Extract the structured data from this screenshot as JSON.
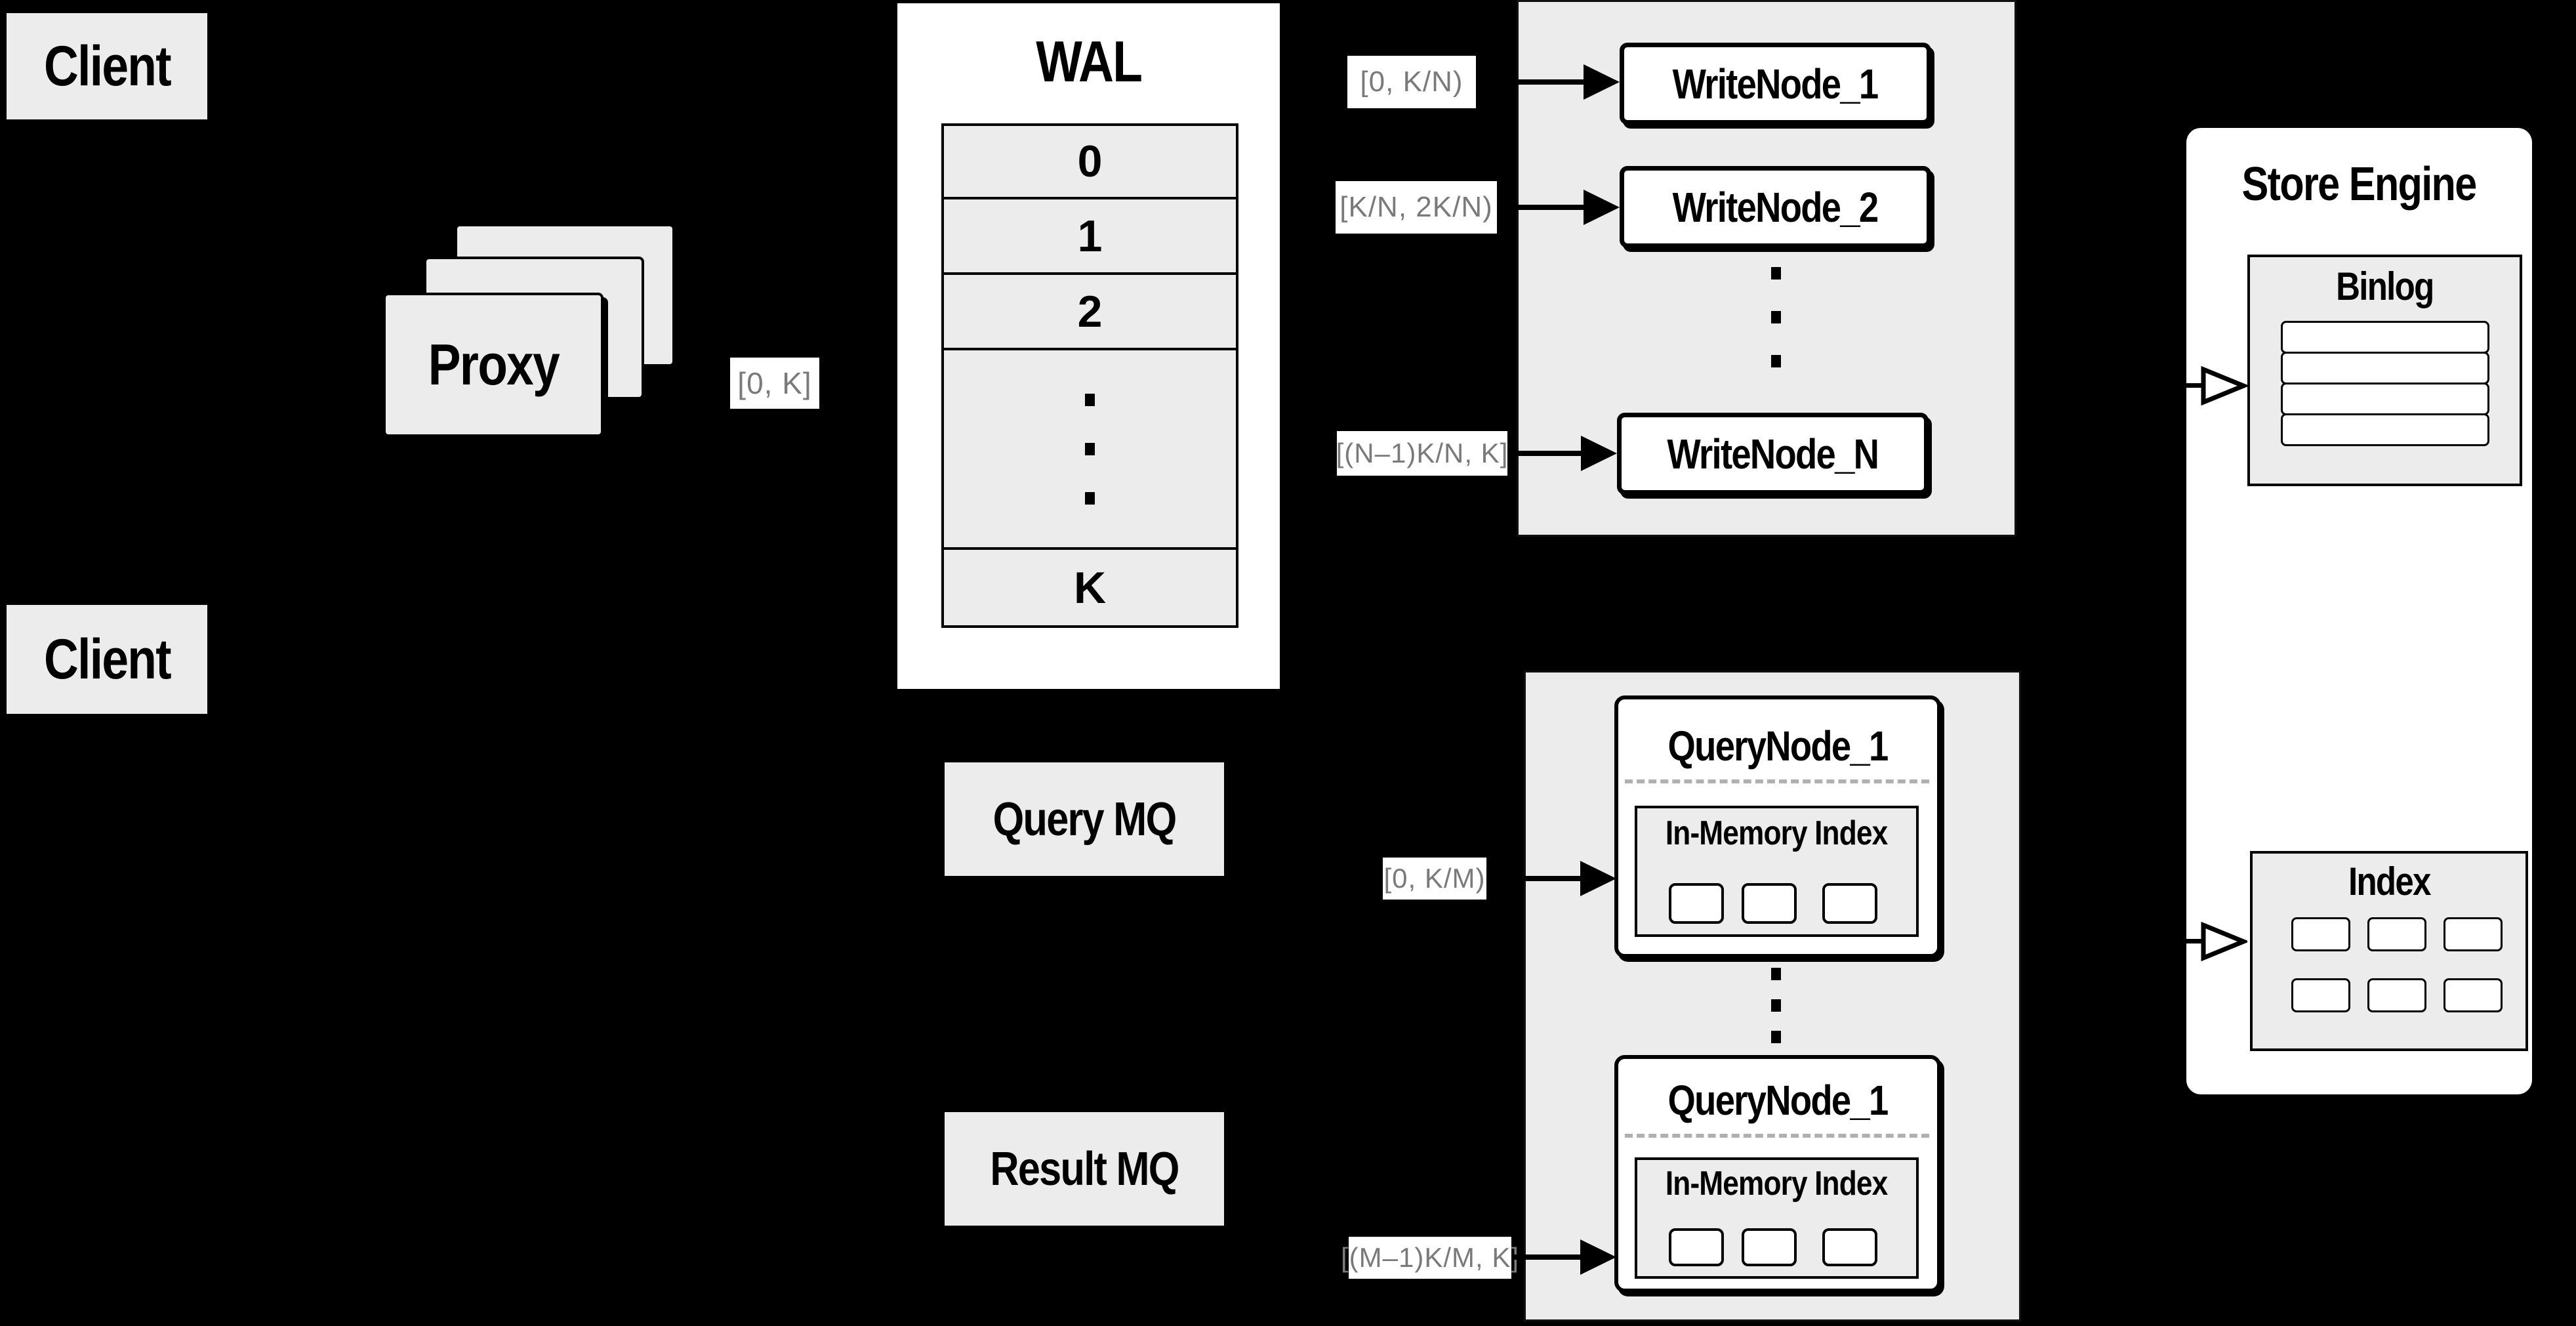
{
  "colors": {
    "background": "#000000",
    "panel_gray": "#ececec",
    "box_white": "#ffffff",
    "line_black": "#000000",
    "range_label_text": "#7a7a7a"
  },
  "clients": {
    "top": "Client",
    "bottom": "Client"
  },
  "proxy": {
    "label": "Proxy"
  },
  "wal": {
    "title": "WAL",
    "rows": [
      "0",
      "1",
      "2",
      "K"
    ]
  },
  "range_labels": {
    "proxy_wal": "[0, K]",
    "write_1": "[0, K/N)",
    "write_2": "[K/N, 2K/N)",
    "write_n": "[(N–1)K/N, K]",
    "query_1": "[0, K/M)",
    "query_m": "[(M–1)K/M, K]"
  },
  "write_group": {
    "nodes": [
      "WriteNode_1",
      "WriteNode_2",
      "WriteNode_N"
    ]
  },
  "store_engine": {
    "title": "Store Engine",
    "binlog": "Binlog",
    "index": "Index"
  },
  "queues": {
    "query": "Query MQ",
    "result": "Result MQ"
  },
  "query_group": {
    "nodes": [
      {
        "title": "QueryNode_1",
        "index_label": "In-Memory Index"
      },
      {
        "title": "QueryNode_1",
        "index_label": "In-Memory Index"
      }
    ]
  }
}
